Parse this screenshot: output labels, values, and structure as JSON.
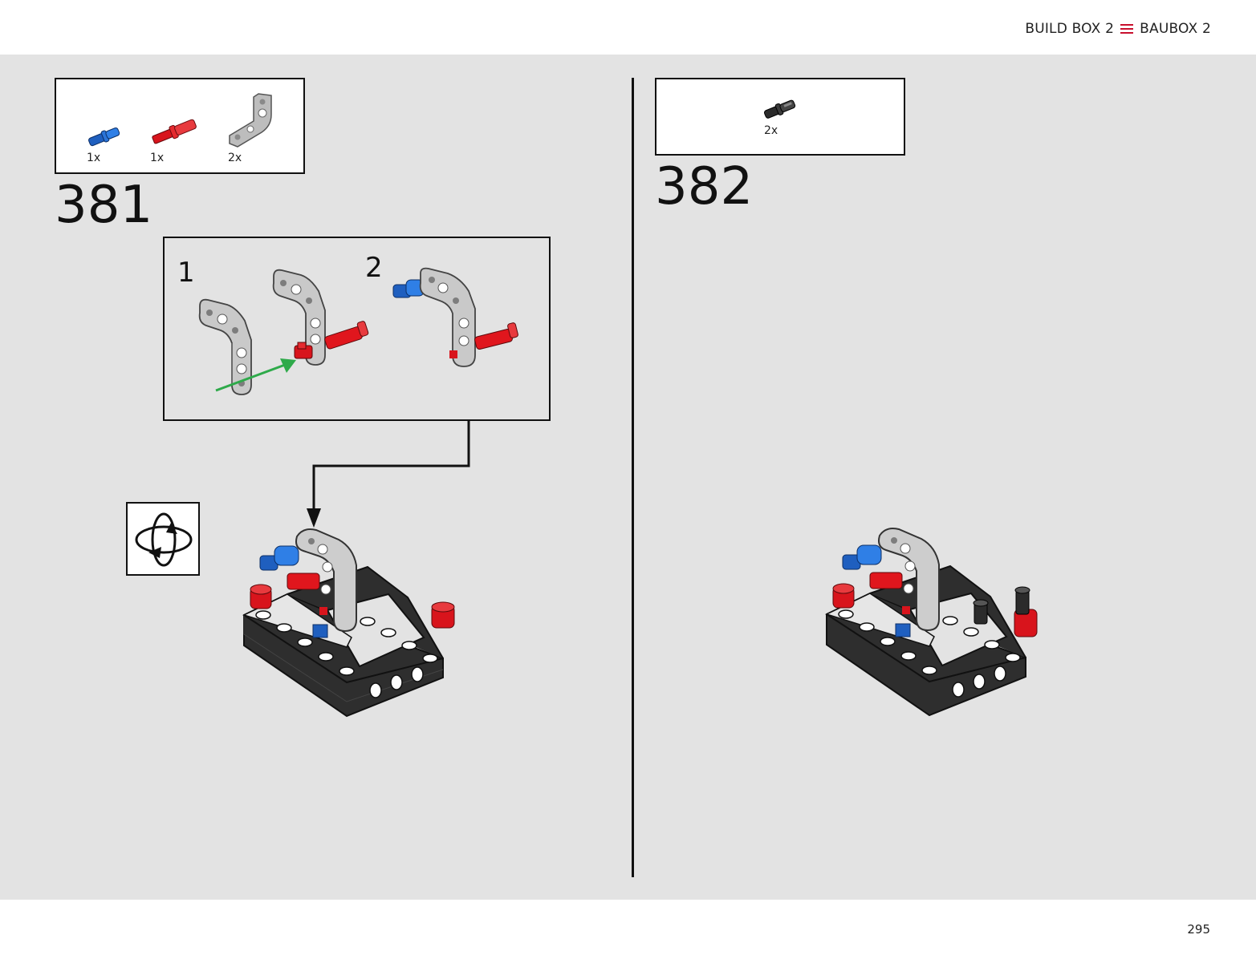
{
  "header": {
    "left_label": "BUILD BOX 2",
    "right_label": "BAUBOX 2",
    "menu_icon": "hamburger-icon",
    "accent": "#c8102e"
  },
  "page_number": "295",
  "steps": [
    {
      "number": "381",
      "parts": [
        {
          "qty": "1x",
          "color": "#1f5fbf",
          "name": "blue-pin"
        },
        {
          "qty": "1x",
          "color": "#d8141c",
          "name": "red-axle-pin"
        },
        {
          "qty": "2x",
          "color": "#a9a9a9",
          "name": "grey-angled-beam"
        }
      ],
      "substeps": [
        "1",
        "2"
      ],
      "rotate_icon": "rotate-model-icon"
    },
    {
      "number": "382",
      "parts": [
        {
          "qty": "2x",
          "color": "#2b2b2b",
          "name": "black-pin"
        }
      ]
    }
  ]
}
